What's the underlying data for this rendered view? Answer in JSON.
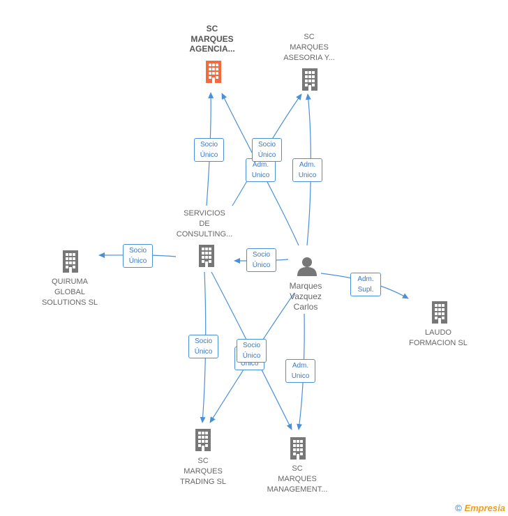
{
  "nodes": {
    "sc_marques_agencia": {
      "label": "SC\nMARQUES\nAGENCIA...",
      "type": "company",
      "highlight": true
    },
    "sc_marques_asesoria": {
      "label": "SC\nMARQUES\nASESORIA Y...",
      "type": "company"
    },
    "servicios_consulting": {
      "label": "SERVICIOS\nDE\nCONSULTING...",
      "type": "company"
    },
    "quiruma": {
      "label": "QUIRUMA\nGLOBAL\nSOLUTIONS  SL",
      "type": "company"
    },
    "marques_vazquez": {
      "label": "Marques\nVazquez\nCarlos",
      "type": "person"
    },
    "laudo": {
      "label": "LAUDO\nFORMACION SL",
      "type": "company"
    },
    "sc_marques_trading": {
      "label": "SC\nMARQUES\nTRADING  SL",
      "type": "company"
    },
    "sc_marques_management": {
      "label": "SC\nMARQUES\nMANAGEMENT...",
      "type": "company"
    }
  },
  "edges": {
    "e1": "Socio\nÚnico",
    "e2": "Socio\nÚnico",
    "e3": "Adm.\nUnico",
    "e4": "Adm.\nUnico",
    "e5": "Socio\nÚnico",
    "e6": "Socio\nÚnico",
    "e7": "Adm.\nSupl.",
    "e8": "Socio\nÚnico",
    "e9": "Adm.\nUnico",
    "e10": "Socio\nÚnico",
    "e11": "Adm.\nUnico"
  },
  "colors": {
    "edge": "#4a90d9",
    "company": "#777777",
    "highlight": "#f26a3d"
  },
  "footer": {
    "copyright": "©",
    "brand": "Empresia"
  }
}
